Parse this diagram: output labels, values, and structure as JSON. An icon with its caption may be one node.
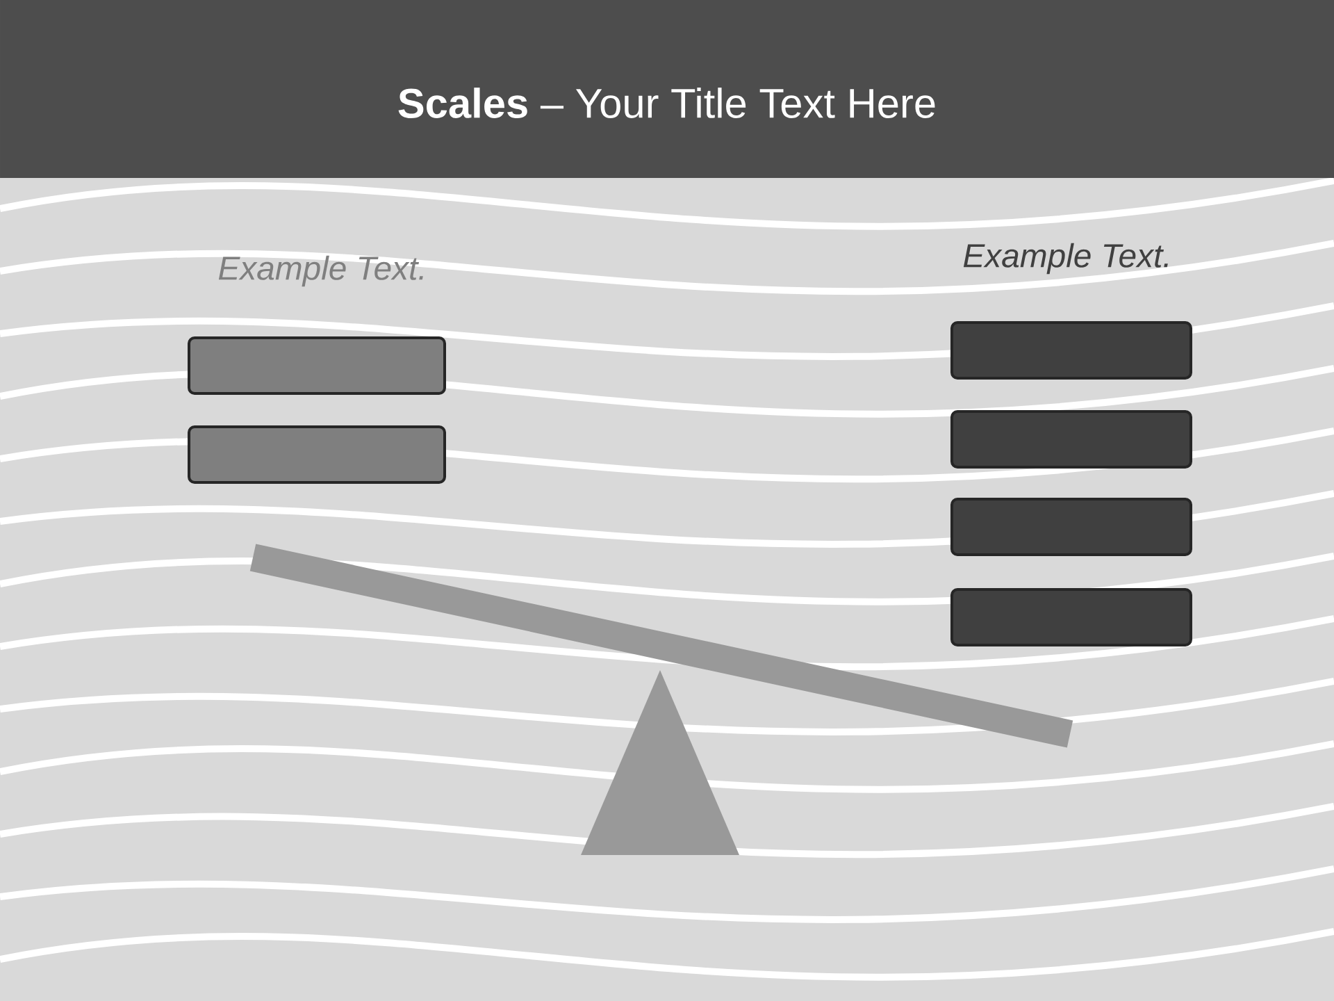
{
  "diagram": {
    "title": "**Scales** – Your Title Text Here",
    "nodes": [
      {
        "text": [],
        "shape": "box"
      },
      {
        "text": [],
        "shape": "box"
      },
      {
        "text": [],
        "shape": "box"
      },
      {
        "text": [],
        "shape": "box"
      },
      {
        "text": [],
        "shape": "box"
      },
      {
        "text": [],
        "shape": "box"
      }
    ],
    "labels": [
      "Example Text.",
      "Example Text."
    ]
  }
}
